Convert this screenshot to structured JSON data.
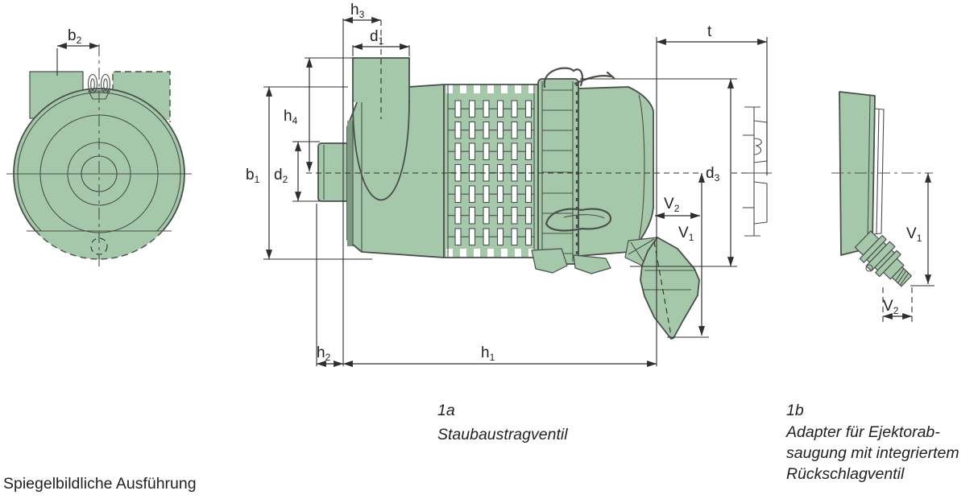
{
  "note": "Spiegelbildliche Ausführung",
  "captions": {
    "side": {
      "id": "1a",
      "text": "Staubaustragventil"
    },
    "adapter": {
      "id": "1b",
      "lines": [
        "Adapter für Ejektorab-",
        "saugung mit integriertem",
        "Rückschlagventil"
      ]
    }
  },
  "dims": {
    "b2": {
      "label": "b",
      "sub": "2"
    },
    "h3": {
      "label": "h",
      "sub": "3"
    },
    "d1": {
      "label": "d",
      "sub": "1"
    },
    "t": {
      "label": "t",
      "sub": ""
    },
    "h4": {
      "label": "h",
      "sub": "4"
    },
    "b1": {
      "label": "b",
      "sub": "1"
    },
    "d2": {
      "label": "d",
      "sub": "2"
    },
    "d3": {
      "label": "d",
      "sub": "3"
    },
    "v2_side": {
      "label": "V",
      "sub": "2"
    },
    "v1_side": {
      "label": "V",
      "sub": "1"
    },
    "h2": {
      "label": "h",
      "sub": "2"
    },
    "h1": {
      "label": "h",
      "sub": "1"
    },
    "v1_adapter": {
      "label": "V",
      "sub": "1"
    },
    "v2_adapter": {
      "label": "V",
      "sub": "2"
    }
  },
  "colors": {
    "body_fill": "#a5c8ab",
    "outline": "#4a4f4a",
    "dimension": "#2e2e2e"
  }
}
